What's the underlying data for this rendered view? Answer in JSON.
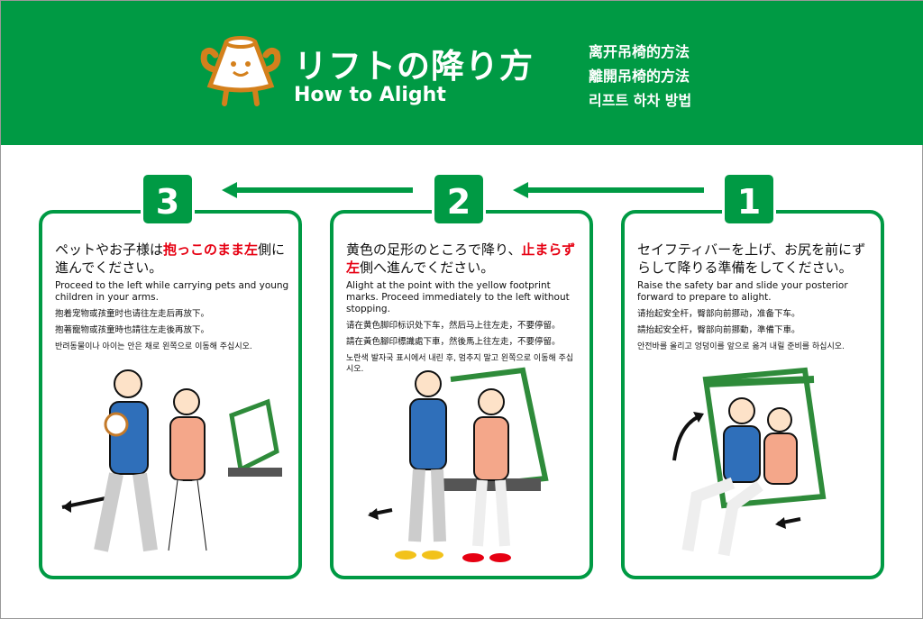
{
  "header": {
    "title_ja": "リフトの降り方",
    "title_en": "How to Alight",
    "langs": [
      "离开吊椅的方法",
      "離開吊椅的方法",
      "리프트 하차 방법"
    ]
  },
  "colors": {
    "brand": "#009a44",
    "accent": "#e60012",
    "mascot": "#d4801c"
  },
  "steps": [
    {
      "number": "3",
      "ja_before": "ペットやお子様は",
      "ja_red": "抱っこのまま左",
      "ja_after": "側に進んでください。",
      "en": "Proceed to the left while carrying pets and young children in your arms.",
      "zh_s": "抱着宠物或孩童时也请往左走后再放下。",
      "zh_t": "抱著寵物或孩童時也請往左走後再放下。",
      "ko": "반려동물이나 아이는 안은 채로 왼쪽으로 이동해 주십시오."
    },
    {
      "number": "2",
      "ja_before": "黄色の足形のところで降り、",
      "ja_red": "止まらず左",
      "ja_after": "側へ進んでください。",
      "en": "Alight at the point with the yellow footprint marks. Proceed immediately to the left without stopping.",
      "zh_s": "请在黄色脚印标识处下车，然后马上往左走，不要停留。",
      "zh_t": "請在黃色腳印標識處下車，然後馬上往左走，不要停留。",
      "ko": "노란색 발자국 표시에서 내린 후, 멈추지 말고 왼쪽으로 이동해 주십시오."
    },
    {
      "number": "1",
      "ja_before": "セイフティバーを上げ、お尻を前にずらして降りる準備をしてください。",
      "ja_red": "",
      "ja_after": "",
      "en": "Raise the safety bar and slide your posterior forward to prepare to alight.",
      "zh_s": "请抬起安全杆，臀部向前挪动，准备下车。",
      "zh_t": "請抬起安全杆，臀部向前挪動，準備下車。",
      "ko": "안전바를 올리고 엉덩이를 앞으로 옮겨 내릴 준비를 하십시오."
    }
  ]
}
